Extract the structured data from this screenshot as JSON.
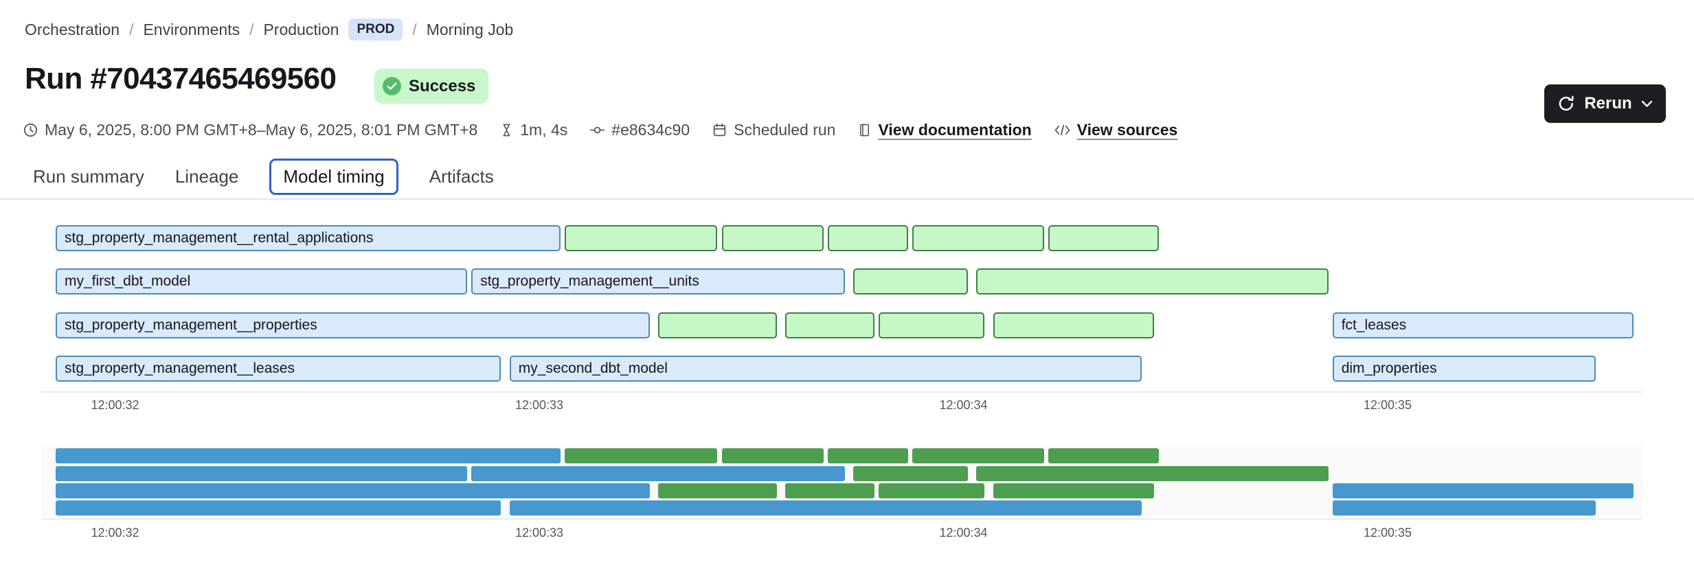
{
  "header": {
    "breadcrumb": [
      {
        "label": "Orchestration",
        "kind": "link"
      },
      {
        "label": "Environments",
        "kind": "link"
      },
      {
        "label": "Production",
        "kind": "link"
      },
      {
        "label": "PROD",
        "kind": "badge"
      },
      {
        "label": "Morning Job",
        "kind": "link"
      }
    ],
    "breadcrumb_separator": "/",
    "title": "Run #70437465469560",
    "status_badge": "Success",
    "rerun_label": "Rerun",
    "meta": [
      {
        "icon": "clock-icon",
        "text": "May 6, 2025, 8:00 PM GMT+8–May 6, 2025, 8:01 PM GMT+8",
        "link": false
      },
      {
        "icon": "hourglass-icon",
        "text": "1m, 4s",
        "link": false
      },
      {
        "icon": "commit-icon",
        "text": "#e8634c90",
        "link": false
      },
      {
        "icon": "calendar-icon",
        "text": "Scheduled run",
        "link": false
      },
      {
        "icon": "document-icon",
        "text": "View documentation",
        "link": true
      },
      {
        "icon": "code-icon",
        "text": "View sources",
        "link": true
      }
    ],
    "tabs": [
      {
        "label": "Run summary",
        "selected": false
      },
      {
        "label": "Lineage",
        "selected": false
      },
      {
        "label": "Model timing",
        "selected": true
      },
      {
        "label": "Artifacts",
        "selected": false
      }
    ]
  },
  "colors": {
    "accent_blue": "#2d62cf",
    "prod_badge_bg": "#d7e3fc",
    "status_green_bg": "#c8f8ca",
    "status_green_dot": "#57bb6d",
    "button_bg": "#1d1d22",
    "bar_model_fill": "#d9eafb",
    "bar_model_border": "#4c8bba",
    "bar_test_fill": "#c5f8c6",
    "bar_test_border": "#3f7f47",
    "minimap_model": "#4698ce",
    "minimap_test": "#4d9e4f"
  },
  "chart_data": {
    "type": "gantt",
    "title": "Model timing",
    "x_axis": "time of day (12:00:32 – 12:00:35)",
    "grid": false,
    "legend": "none (blue = named models, green = unlabeled test bars)",
    "ticks": [
      {
        "label": "12:00:32",
        "t": 32
      },
      {
        "label": "12:00:33",
        "t": 33
      },
      {
        "label": "12:00:34",
        "t": 34
      },
      {
        "label": "12:00:35",
        "t": 35
      }
    ],
    "rows": [
      [
        {
          "name": "stg_property_management__rental_applications",
          "type": "model",
          "start": 31.86,
          "end": 33.05
        },
        {
          "type": "test",
          "start": 33.06,
          "end": 33.42
        },
        {
          "type": "test",
          "start": 33.43,
          "end": 33.67
        },
        {
          "type": "test",
          "start": 33.68,
          "end": 33.87
        },
        {
          "type": "test",
          "start": 33.88,
          "end": 34.19
        },
        {
          "type": "test",
          "start": 34.2,
          "end": 34.46
        }
      ],
      [
        {
          "name": "my_first_dbt_model",
          "type": "model",
          "start": 31.86,
          "end": 32.83
        },
        {
          "name": "stg_property_management__units",
          "type": "model",
          "start": 32.84,
          "end": 33.72
        },
        {
          "type": "test",
          "start": 33.74,
          "end": 34.01
        },
        {
          "type": "test",
          "start": 34.03,
          "end": 34.86
        }
      ],
      [
        {
          "name": "stg_property_management__properties",
          "type": "model",
          "start": 31.86,
          "end": 33.26
        },
        {
          "type": "test",
          "start": 33.28,
          "end": 33.56
        },
        {
          "type": "test",
          "start": 33.58,
          "end": 33.79
        },
        {
          "type": "test",
          "start": 33.8,
          "end": 34.05
        },
        {
          "type": "test",
          "start": 34.07,
          "end": 34.45
        },
        {
          "name": "fct_leases",
          "type": "model",
          "start": 34.87,
          "end": 35.58
        }
      ],
      [
        {
          "name": "stg_property_management__leases",
          "type": "model",
          "start": 31.86,
          "end": 32.91
        },
        {
          "name": "my_second_dbt_model",
          "type": "model",
          "start": 32.93,
          "end": 34.42
        },
        {
          "name": "dim_properties",
          "type": "model",
          "start": 34.87,
          "end": 35.49
        }
      ]
    ]
  }
}
